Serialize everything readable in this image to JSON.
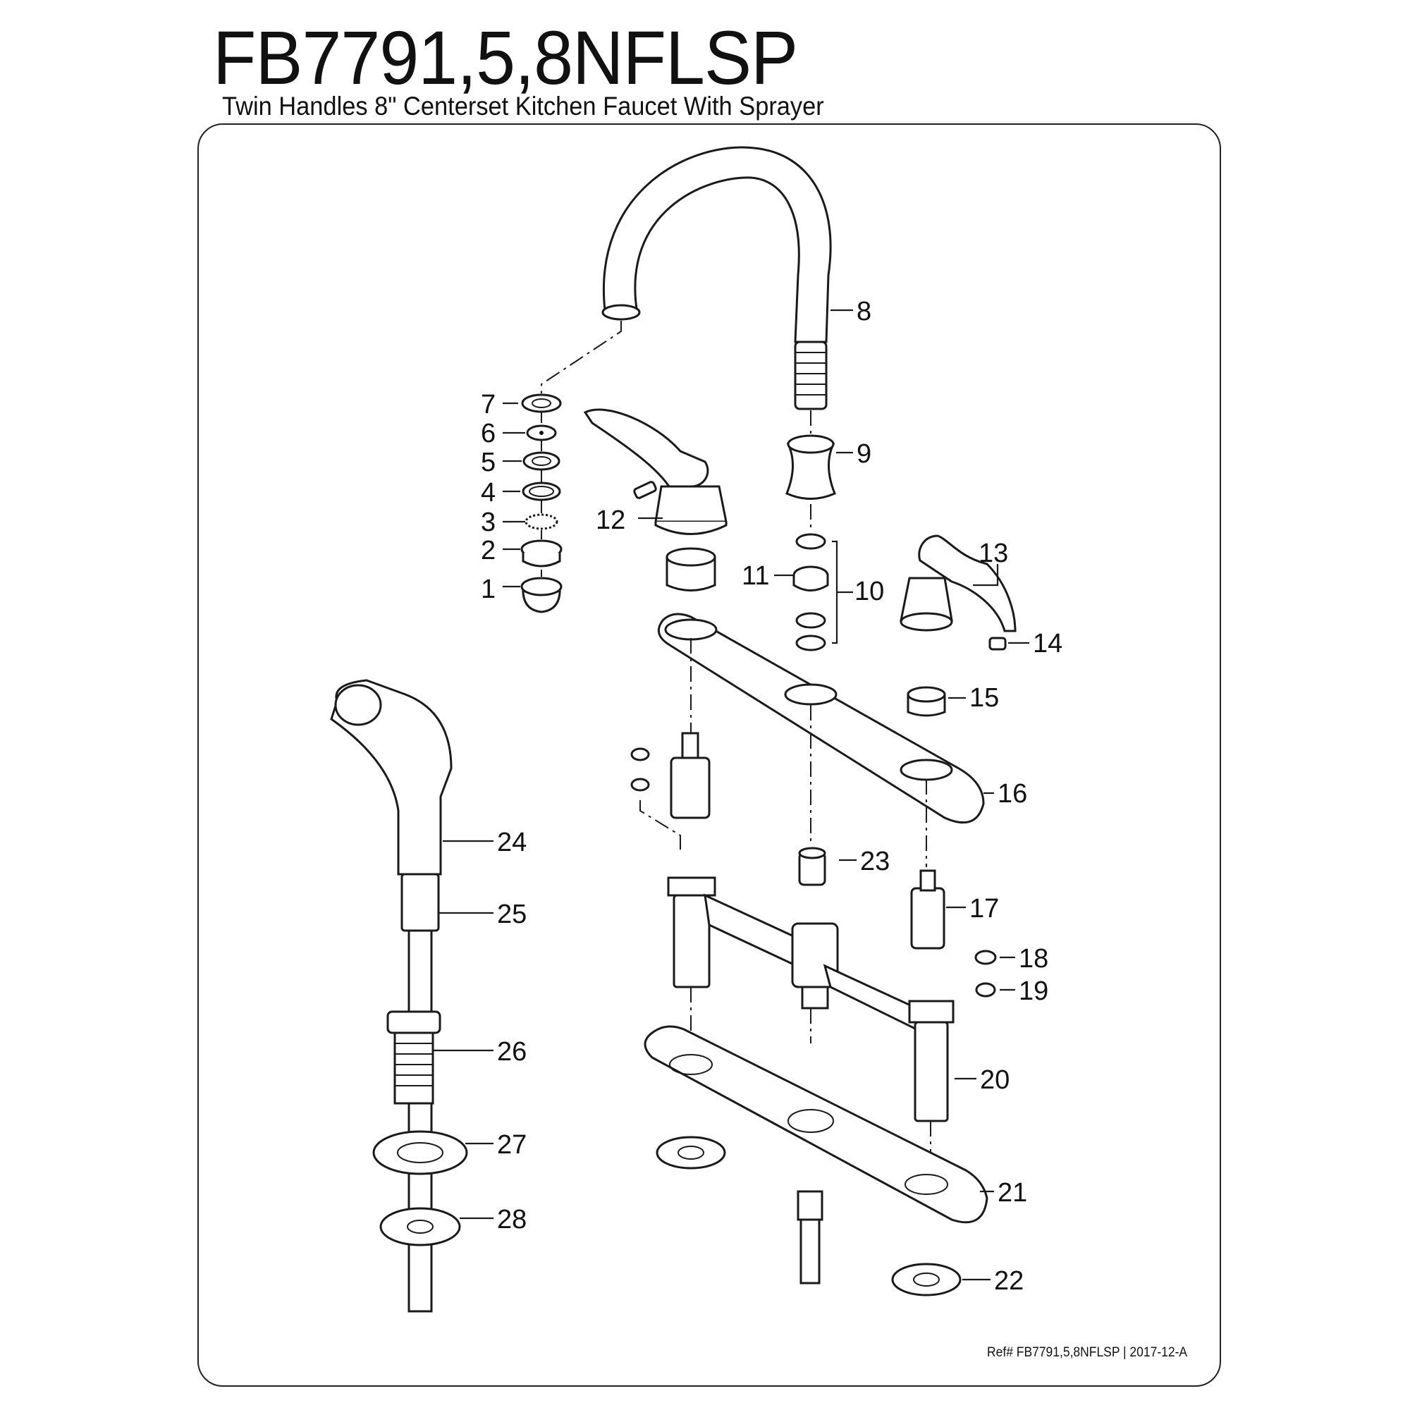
{
  "header": {
    "model": "FB7791,5,8NFLSP",
    "subtitle": "Twin Handles 8\" Centerset Kitchen Faucet With Sprayer"
  },
  "footer": {
    "ref": "Ref# FB7791,5,8NFLSP | 2017-12-A"
  },
  "callouts": [
    "1",
    "2",
    "3",
    "4",
    "5",
    "6",
    "7",
    "8",
    "9",
    "10",
    "11",
    "12",
    "13",
    "14",
    "15",
    "16",
    "17",
    "18",
    "19",
    "20",
    "21",
    "22",
    "23",
    "24",
    "25",
    "26",
    "27",
    "28"
  ]
}
